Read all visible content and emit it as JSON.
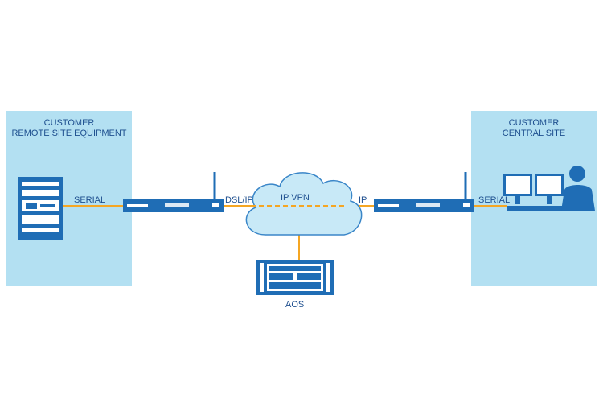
{
  "remote_site": {
    "title_line1": "CUSTOMER",
    "title_line2": "REMOTE SITE EQUIPMENT",
    "icon": "equipment-rack-icon"
  },
  "central_site": {
    "title_line1": "CUSTOMER",
    "title_line2": "CENTRAL SITE",
    "icon": "operator-workstation-icon"
  },
  "links": {
    "remote_serial": "SERIAL",
    "dsl_ip": "DSL/IP",
    "ip_vpn": "IP VPN",
    "ip": "IP",
    "central_serial": "SERIAL"
  },
  "aos": {
    "label": "AOS",
    "icon": "aos-chassis-icon"
  },
  "devices": {
    "left_router": "router-icon",
    "right_router": "router-icon",
    "cloud": "cloud-icon"
  },
  "colors": {
    "site_fill": "#b3e0f2",
    "device_blue": "#1f6db5",
    "link_orange": "#f5a623",
    "cloud_fill": "#c8e9f7",
    "text_blue": "#1e4f8f"
  }
}
